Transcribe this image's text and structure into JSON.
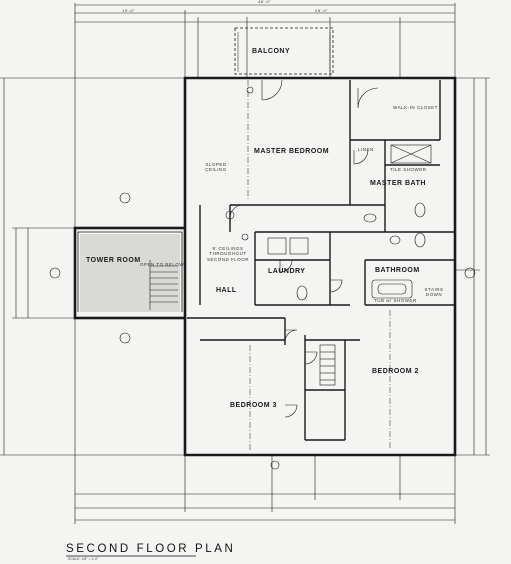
{
  "plan": {
    "title": "SECOND FLOOR PLAN",
    "scale": "SCALE: 1/8\" = 1'-0\"",
    "rooms": {
      "balcony": "BALCONY",
      "master_bedroom": "MASTER BEDROOM",
      "master_bath": "MASTER BATH",
      "tower_room": "TOWER ROOM",
      "laundry": "LAUNDRY",
      "bathroom": "BATHROOM",
      "hall": "HALL",
      "bedroom_3": "BEDROOM 3",
      "bedroom_2": "BEDROOM 2"
    },
    "notes": {
      "walk_in_closet": "WALK-IN CLOSET",
      "open_to_below": "OPEN TO BELOW",
      "ceiling_note": "9' CEILINGS THROUGHOUT SECOND FLOOR",
      "sloped_ceiling": "SLOPED CEILING",
      "linen": "LINEN",
      "tile_shower": "TILE SHOWER",
      "stairs_down": "STAIRS DOWN",
      "tub": "TUB w/ SHOWER"
    },
    "dimensions": {
      "overall_width": "46'-0\"",
      "top_left": "19'-0\"",
      "top_right": "28'-0\""
    }
  }
}
